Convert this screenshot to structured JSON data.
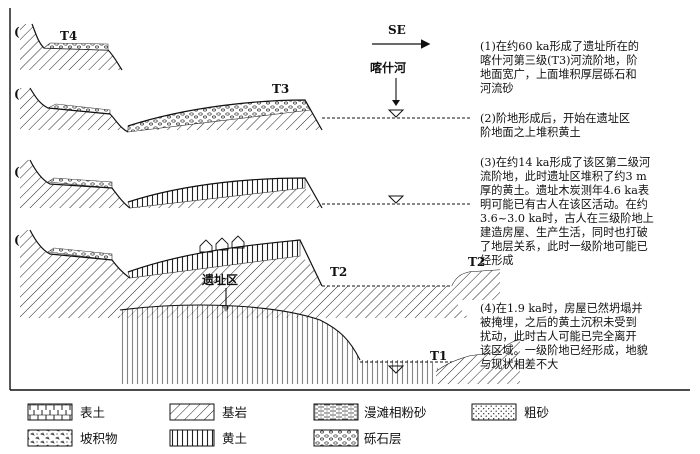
{
  "panels": {
    "a": "(a)",
    "b": "(b)",
    "c": "(c)",
    "d": "(d)"
  },
  "terrace_labels": {
    "t4": "T4",
    "t3": "T3",
    "t2_left": "T2",
    "t2_right": "T2",
    "t1": "T1"
  },
  "direction": "SE",
  "river_label": "喀什河",
  "site_label": "遗址区",
  "descriptions": {
    "d1": [
      "(1)在约60 ka形成了遗址所在的",
      "喀什河第三级(T3)河流阶地，阶",
      "地面宽广，上面堆积厚层砾石和",
      "河流砂"
    ],
    "d2": [
      "(2)阶地形成后，开始在遗址区",
      "阶地面之上堆积黄土"
    ],
    "d3": [
      "(3)在约14 ka形成了该区第二级河",
      "流阶地，此时遗址区堆积了约3 m",
      "厚的黄土。遗址木炭测年4.6 ka表",
      "明可能已有古人在该区活动。在约",
      "3.6~3.0 ka时，古人在三级阶地上",
      "建造房屋、生产生活，同时也打破",
      "了地层关系，此时一级阶地可能已",
      "经形成"
    ],
    "d4": [
      "(4)在1.9 ka时，房屋已然坍塌并",
      "被掩埋，之后的黄土沉积未受到",
      "扰动，此时古人可能已完全离开",
      "该区域。一级阶地已经形成，地貌",
      "与现状相差不大"
    ]
  },
  "legend": [
    {
      "label": "表土",
      "icon": "topsoil-pattern"
    },
    {
      "label": "基岩",
      "icon": "bedrock-pattern"
    },
    {
      "label": "漫滩相粉砂",
      "icon": "floodplain-silt-pattern"
    },
    {
      "label": "粗砂",
      "icon": "coarse-sand-pattern"
    },
    {
      "label": "坡积物",
      "icon": "colluvium-pattern"
    },
    {
      "label": "黄土",
      "icon": "loess-pattern"
    },
    {
      "label": "砾石层",
      "icon": "gravel-pattern"
    }
  ]
}
